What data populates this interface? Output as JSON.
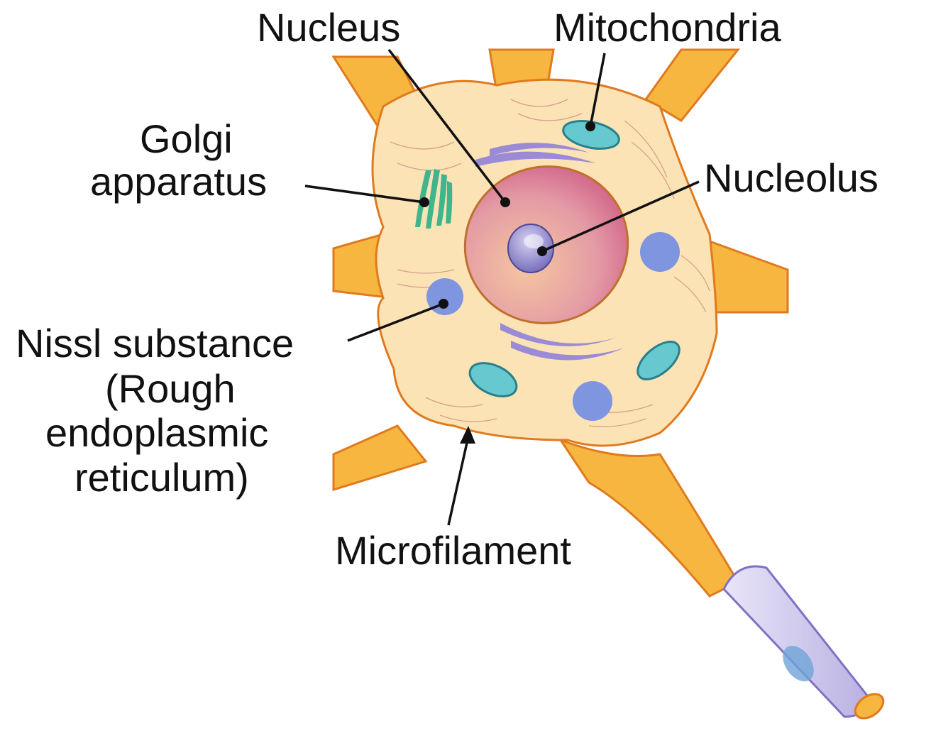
{
  "labels": {
    "nucleus": "Nucleus",
    "mitochondria": "Mitochondria",
    "golgi_line1": "Golgi",
    "golgi_line2": "apparatus",
    "nucleolus": "Nucleolus",
    "nissl_line1": "Nissl substance",
    "nissl_line2": "(Rough",
    "nissl_line3": "endoplasmic",
    "nissl_line4": "reticulum)",
    "microfilament": "Microfilament"
  },
  "colors": {
    "cell_fill": "#fbe3b6",
    "cell_outline": "#e07a1e",
    "process_fill": "#f6b640",
    "nucleus_fill": "#e6a0a8",
    "nucleolus_fill": "#8d86c9",
    "mitochondria_fill": "#66c9cf",
    "golgi_fill": "#3fb58e",
    "er_fill": "#9b8bd6",
    "nissl_fill": "#7f95df",
    "axon_sheath": "#c9c3ea"
  }
}
